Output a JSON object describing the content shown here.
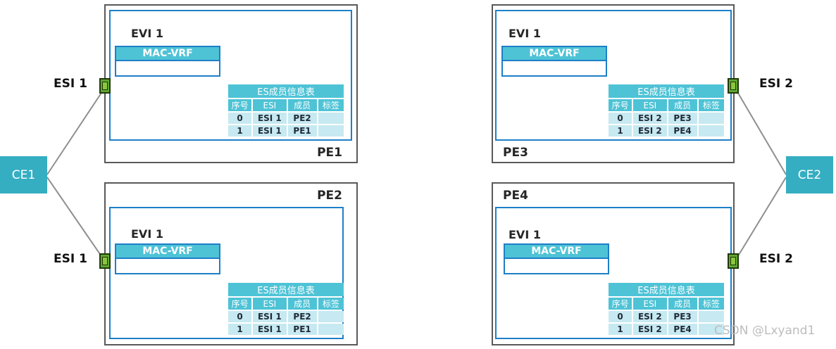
{
  "ces": [
    {
      "label": "CE1"
    },
    {
      "label": "CE2"
    }
  ],
  "esi_labels": [
    {
      "text": "ESI 1"
    },
    {
      "text": "ESI 1"
    },
    {
      "text": "ESI 2"
    },
    {
      "text": "ESI 2"
    }
  ],
  "pes": [
    {
      "name": "PE1",
      "evi_label": "EVI 1",
      "mac_vrf_label": "MAC-VRF",
      "table": {
        "title": "ES成员信息表",
        "headers": [
          "序号",
          "ESI",
          "成员",
          "标签"
        ],
        "rows": [
          [
            "0",
            "ESI 1",
            "PE2",
            ""
          ],
          [
            "1",
            "ESI 1",
            "PE1",
            ""
          ]
        ]
      }
    },
    {
      "name": "PE2",
      "evi_label": "EVI 1",
      "mac_vrf_label": "MAC-VRF",
      "table": {
        "title": "ES成员信息表",
        "headers": [
          "序号",
          "ESI",
          "成员",
          "标签"
        ],
        "rows": [
          [
            "0",
            "ESI 1",
            "PE2",
            ""
          ],
          [
            "1",
            "ESI 1",
            "PE1",
            ""
          ]
        ]
      }
    },
    {
      "name": "PE3",
      "evi_label": "EVI 1",
      "mac_vrf_label": "MAC-VRF",
      "table": {
        "title": "ES成员信息表",
        "headers": [
          "序号",
          "ESI",
          "成员",
          "标签"
        ],
        "rows": [
          [
            "0",
            "ESI 2",
            "PE3",
            ""
          ],
          [
            "1",
            "ESI 2",
            "PE4",
            ""
          ]
        ]
      }
    },
    {
      "name": "PE4",
      "evi_label": "EVI 1",
      "mac_vrf_label": "MAC-VRF",
      "table": {
        "title": "ES成员信息表",
        "headers": [
          "序号",
          "ESI",
          "成员",
          "标签"
        ],
        "rows": [
          [
            "0",
            "ESI 2",
            "PE3",
            ""
          ],
          [
            "1",
            "ESI 2",
            "PE4",
            ""
          ]
        ]
      }
    }
  ],
  "icons": {
    "port": "ethernet-port-icon"
  },
  "colors": {
    "ce_fill": "#35AEC2",
    "table_header_fill": "#4EC3D6",
    "table_row_fill": "#C7E9F1",
    "inner_border": "#1E7FC8",
    "outer_border": "#595959",
    "link_line": "#8F8F8F",
    "port_fill": "#5FA832",
    "port_inner_fill": "#8CC63E"
  },
  "watermark": "CSDN @Lxyand1"
}
